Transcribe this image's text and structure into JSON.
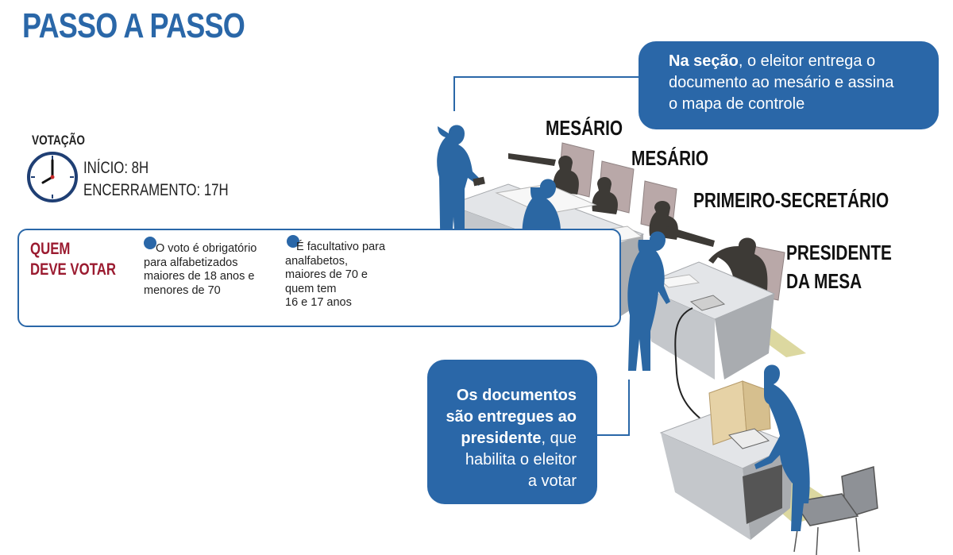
{
  "title": "PASSO A PASSO",
  "votacao": {
    "title": "VOTAÇÃO",
    "inicio": "INÍCIO: 8H",
    "encerramento": "ENCERRAMENTO: 17H"
  },
  "quem_deve_votar": {
    "title_line1": "QUEM",
    "title_line2": "DEVE VOTAR",
    "obrigatorio": [
      "O voto é obrigatório",
      "para alfabetizados",
      "maiores de 18 anos e",
      "menores de 70"
    ],
    "facultativo": [
      "É facultativo para",
      "analfabetos,",
      "maiores de 70 e",
      "quem tem",
      "16 e 17 anos"
    ]
  },
  "roles": {
    "mesario1": "MESÁRIO",
    "mesario2": "MESÁRIO",
    "primeiro_secretario": "PRIMEIRO-SECRETÁRIO",
    "presidente_line1": "PRESIDENTE",
    "presidente_line2": "DA MESA"
  },
  "callouts": {
    "secao": {
      "bold": "Na seção",
      "rest_line1": ", o eleitor entrega o",
      "line2": "documento ao mesário e assina",
      "line3": "o mapa de controle"
    },
    "documentos": {
      "bold_line1": "Os documentos",
      "bold_line2": "são entregues ao",
      "bold_line3": "presidente",
      "rest_line3": ", que",
      "line4": "habilita o eleitor",
      "line5": "a votar"
    }
  },
  "colors": {
    "accent_blue": "#2a67a8",
    "title_red": "#9b1b30",
    "figure_blue": "#2b67a3",
    "figure_dark": "#3d3a36",
    "table_gray": "#d4d6d9",
    "floor_khaki": "#dcd8a0",
    "booth_tan": "#e6d2a6"
  },
  "icons": [
    "clock-icon",
    "bullet-dot-icon"
  ]
}
